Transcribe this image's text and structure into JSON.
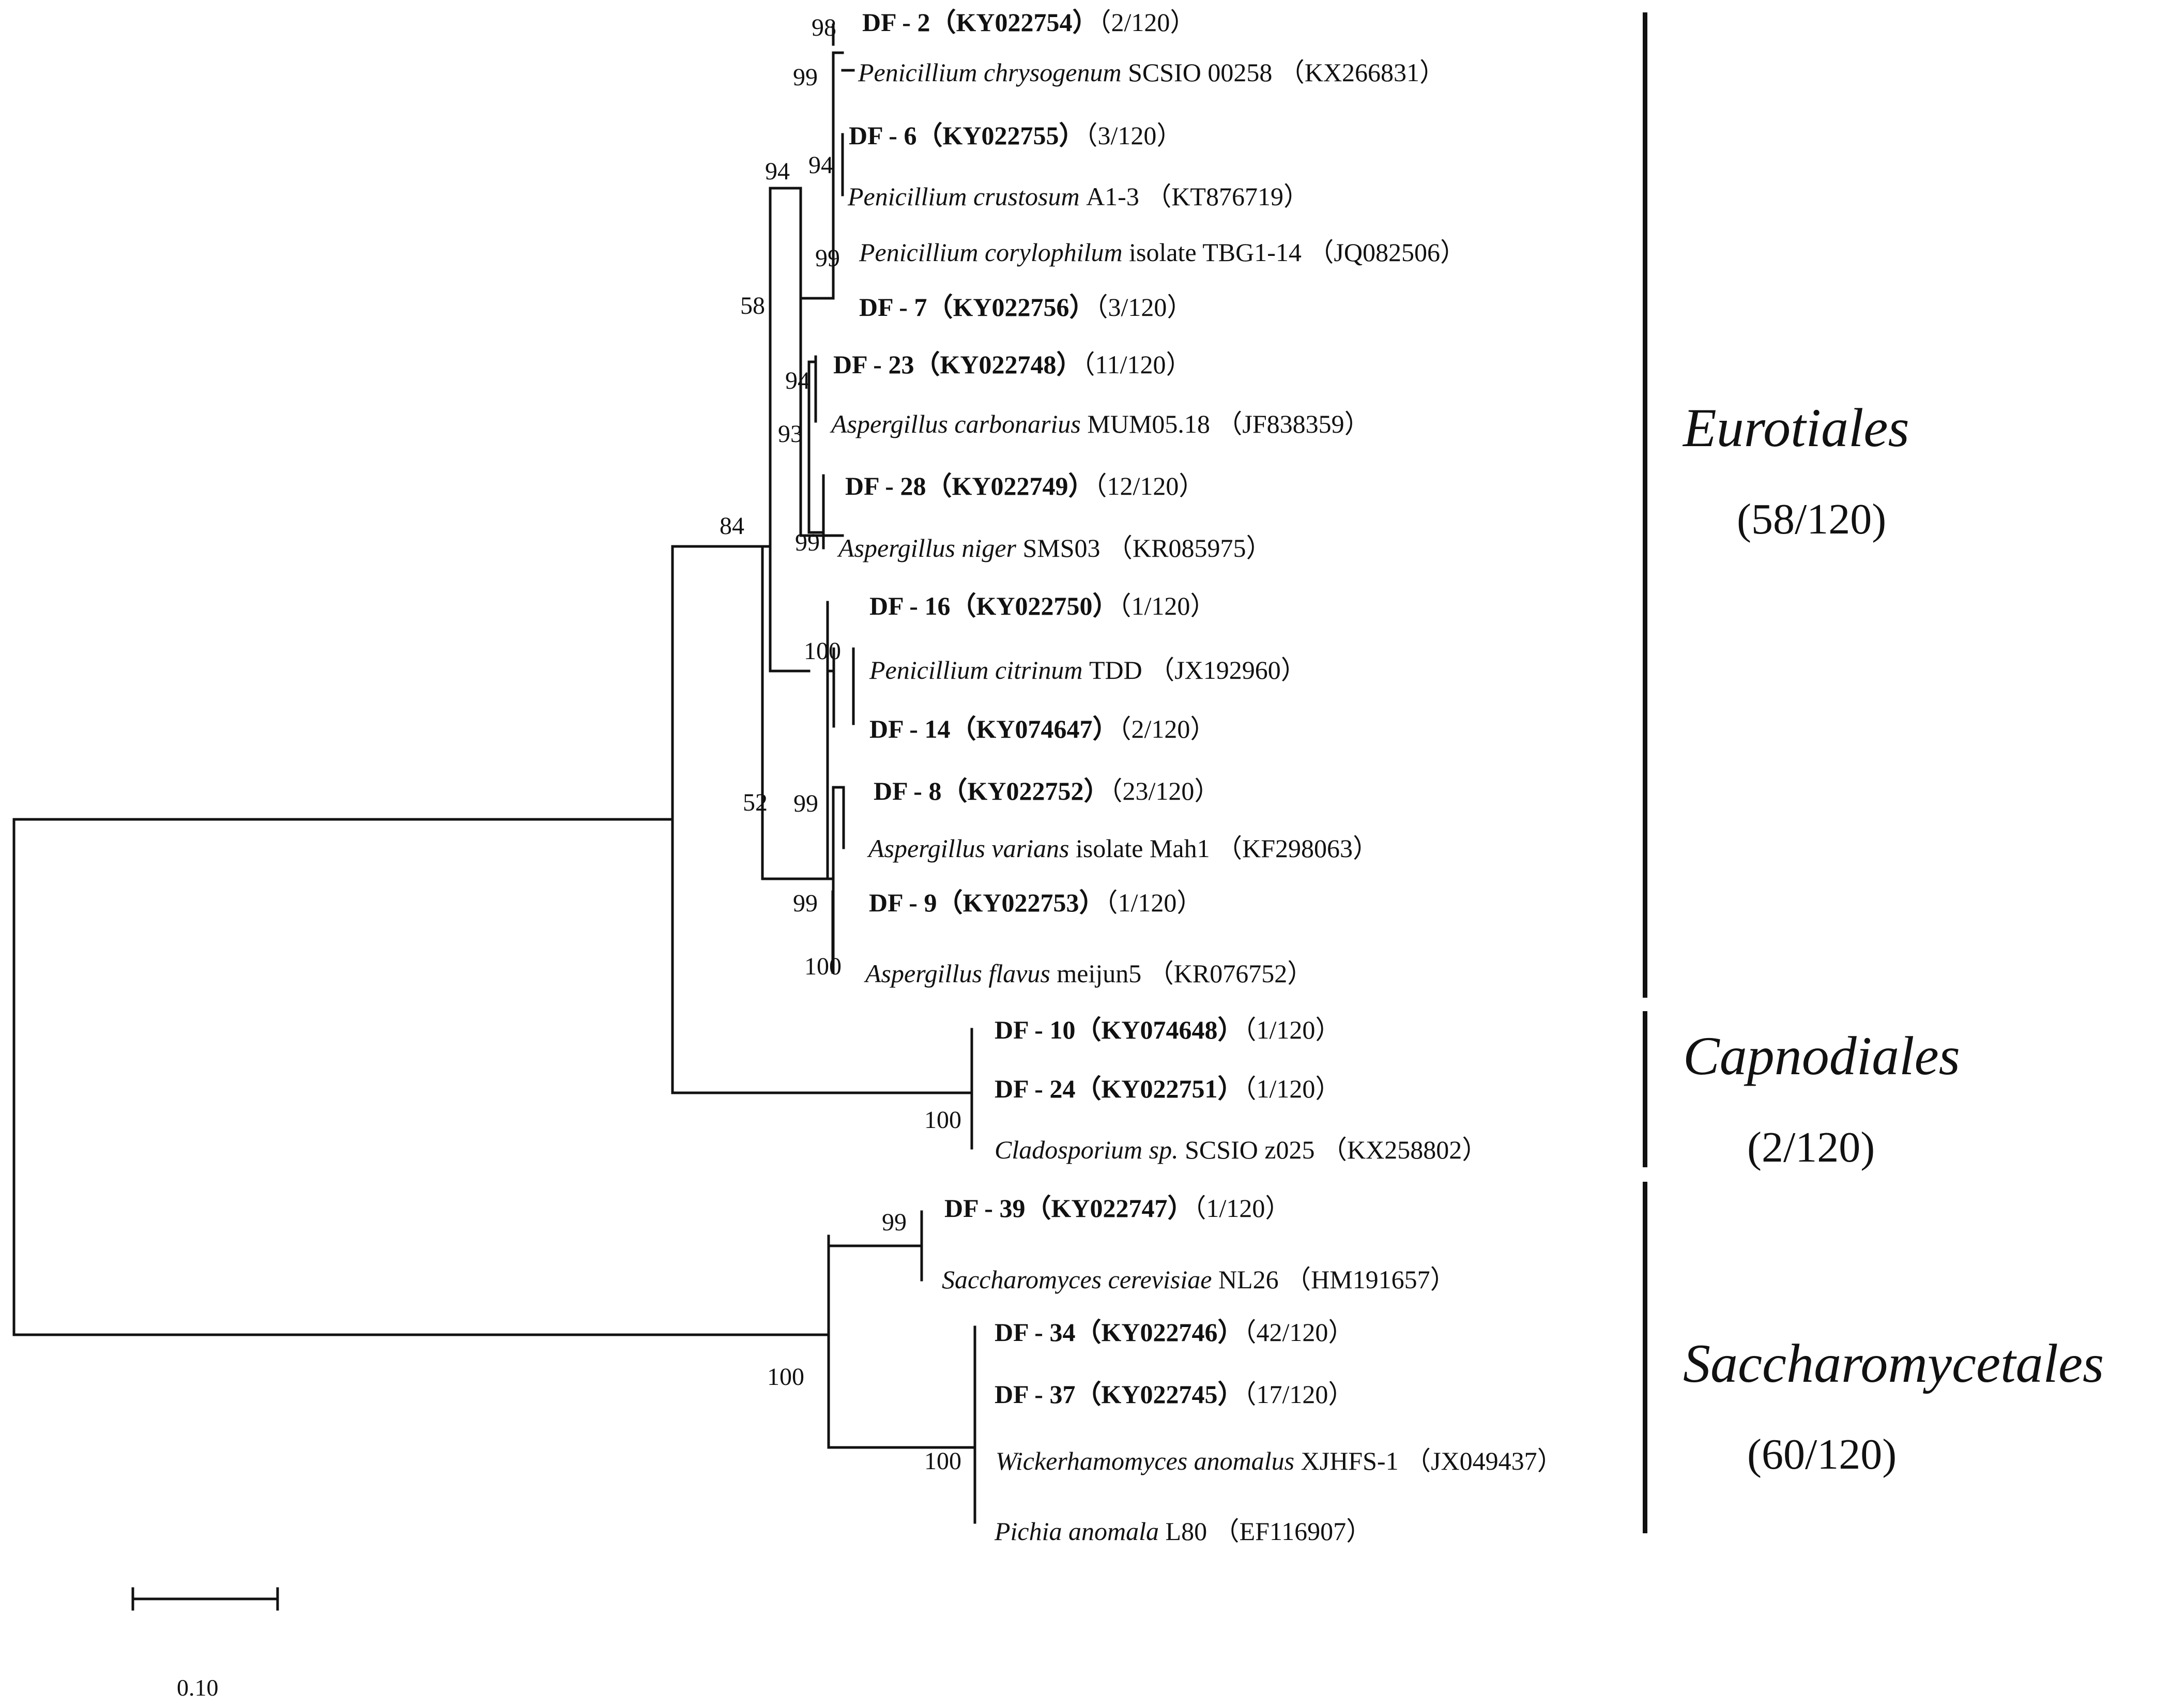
{
  "leaves": [
    {
      "iso": "DF - 2",
      "acc": "KY022754",
      "count": "2/120"
    },
    {
      "sp": "Penicillium chrysogenum",
      "strain": "SCSIO 00258",
      "acc": "KX266831"
    },
    {
      "iso": "DF - 6",
      "acc": "KY022755",
      "count": "3/120"
    },
    {
      "sp": "Penicillium crustosum",
      "strain": "A1-3",
      "acc": "KT876719"
    },
    {
      "sp": "Penicillium corylophilum",
      "strain": "isolate TBG1-14",
      "acc": "JQ082506"
    },
    {
      "iso": "DF - 7",
      "acc": "KY022756",
      "count": "3/120"
    },
    {
      "iso": "DF - 23",
      "acc": "KY022748",
      "count": "11/120"
    },
    {
      "sp": "Aspergillus carbonarius",
      "strain": "MUM05.18",
      "acc": "JF838359"
    },
    {
      "iso": "DF - 28",
      "acc": "KY022749",
      "count": "12/120"
    },
    {
      "sp": "Aspergillus niger",
      "strain": "SMS03",
      "acc": "KR085975"
    },
    {
      "iso": "DF - 16",
      "acc": "KY022750",
      "count": "1/120"
    },
    {
      "sp": "Penicillium citrinum",
      "strain": "TDD",
      "acc": "JX192960"
    },
    {
      "iso": "DF - 14",
      "acc": "KY074647",
      "count": "2/120"
    },
    {
      "iso": "DF - 8",
      "acc": "KY022752",
      "count": "23/120"
    },
    {
      "sp": "Aspergillus varians",
      "strain": "isolate Mah1",
      "acc": "KF298063"
    },
    {
      "iso": "DF - 9",
      "acc": "KY022753",
      "count": "1/120"
    },
    {
      "sp": "Aspergillus flavus",
      "strain": "meijun5",
      "acc": "KR076752"
    },
    {
      "iso": "DF - 10",
      "acc": "KY074648",
      "count": "1/120"
    },
    {
      "iso": "DF - 24",
      "acc": "KY022751",
      "count": "1/120"
    },
    {
      "sp": "Cladosporium sp.",
      "strain": "SCSIO z025",
      "acc": "KX258802"
    },
    {
      "iso": "DF - 39",
      "acc": "KY022747",
      "count": "1/120"
    },
    {
      "sp": "Saccharomyces cerevisiae",
      "strain": "NL26",
      "acc": "HM191657"
    },
    {
      "iso": "DF - 34",
      "acc": "KY022746",
      "count": "42/120"
    },
    {
      "iso": "DF - 37",
      "acc": "KY022745",
      "count": "17/120"
    },
    {
      "sp": "Wickerhamomyces anomalus",
      "strain": "XJHFS-1",
      "acc": "JX049437"
    },
    {
      "sp": "Pichia anomala",
      "strain": "L80",
      "acc": "EF116907"
    }
  ],
  "bootstrap": [
    "98",
    "99",
    "94",
    "94",
    "99",
    "58",
    "94",
    "93",
    "99",
    "84",
    "100",
    "99",
    "52",
    "99",
    "100",
    "100",
    "99",
    "100",
    "100"
  ],
  "orders": [
    {
      "name": "Eurotiales",
      "count": "(58/120)"
    },
    {
      "name": "Capnodiales",
      "count": "(2/120)"
    },
    {
      "name": "Saccharomycetales",
      "count": "(60/120)"
    }
  ],
  "scale": {
    "label": "0.10"
  }
}
